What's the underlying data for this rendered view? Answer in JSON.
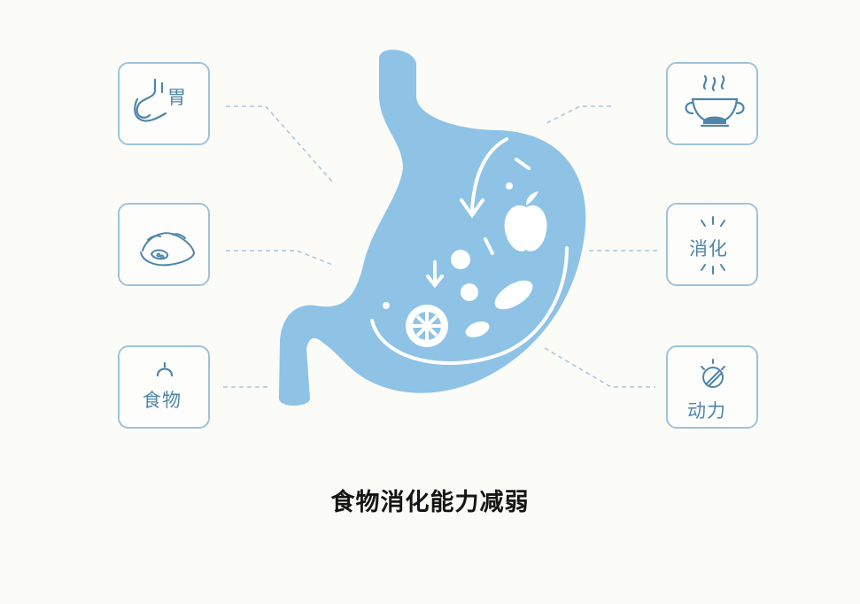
{
  "labels": {
    "stomach": "胃",
    "food": "食物",
    "digestion": "消化",
    "motility": "动力"
  },
  "caption": "食物消化能力减弱",
  "colors": {
    "stomach_fill": "#8ec3e6",
    "card_border": "#9ec3db",
    "icon_stroke": "#4f86a9",
    "connector": "#a9c7da"
  },
  "icons": {
    "top_left": "stomach-outline-icon",
    "middle_left": "dumpling-food-icon",
    "bottom_left": "food-bowl-icon",
    "top_right": "hot-drink-cup-icon",
    "middle_right": "digestion-spark-icon",
    "bottom_right": "motility-gear-icon"
  }
}
